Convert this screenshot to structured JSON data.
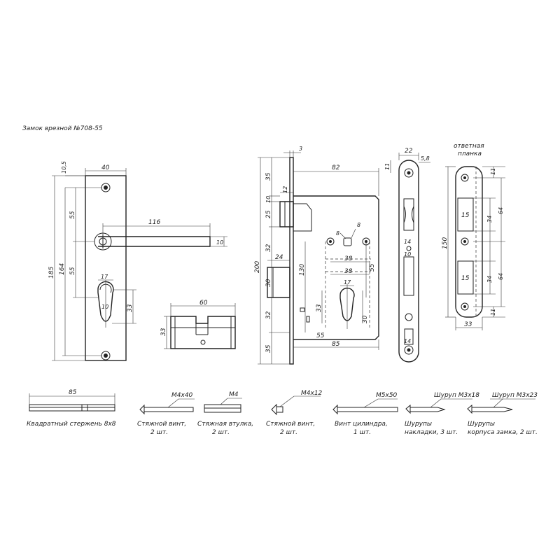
{
  "title": "Замок врезной №708-55",
  "strike_title": [
    "ответная",
    "планка"
  ],
  "dims": {
    "plate_thickness": "10,5",
    "plate_width": "40",
    "plate_height": "185",
    "plate_inner": "164",
    "plate_55_top": "55",
    "plate_55_bottom": "55",
    "handle_length": "116",
    "handle_thickness": "10",
    "cyl_hole_width": "17",
    "cyl_hole_10": "10",
    "cyl_hole_height": "33",
    "cyl_length": "60",
    "cyl_height": "33",
    "front_thickness": "3",
    "body_depth": "82",
    "body_height": "200",
    "body_inner_height": "130",
    "top_35": "35",
    "latch_10": "10",
    "latch_12": "12",
    "latch_25": "25",
    "gap_32_top": "32",
    "bolt_24": "24",
    "bolt_30": "30",
    "gap_32_bottom": "32",
    "bottom_35": "35",
    "spindle_8_left": "8",
    "spindle_8_right": "8",
    "dist_38_top": "38",
    "dist_38_bottom": "38",
    "dist_55_vertical": "55",
    "cyl_17": "17",
    "cyl_33": "33",
    "cyl_30": "30",
    "backset_55": "55",
    "depth_85": "85",
    "face_width": "22",
    "face_5_8": "5,8",
    "face_11": "11",
    "face_14_top": "14",
    "face_10": "10",
    "face_14_bottom": "14",
    "strike_150": "150",
    "strike_11_top": "11",
    "strike_15_top": "15",
    "strike_34_top": "34",
    "strike_64_top": "64",
    "strike_15_bottom": "15",
    "strike_34_bottom": "34",
    "strike_64_bottom": "64",
    "strike_11_bottom": "11",
    "strike_width": "33"
  },
  "parts": [
    {
      "spec": "85",
      "name": [
        "Квадратный стержень 8х8"
      ]
    },
    {
      "spec": "M4х40",
      "name": [
        "Стяжной винт,",
        "2 шт."
      ]
    },
    {
      "spec": "M4",
      "name": [
        "Стяжная втулка,",
        "2 шт."
      ]
    },
    {
      "spec": "M4х12",
      "name": [
        "Стяжной винт,",
        "2 шт."
      ]
    },
    {
      "spec": "M5х50",
      "name": [
        "Винт цилиндра,",
        "1 шт."
      ]
    },
    {
      "spec": "Шуруп М3х18",
      "name": [
        "Шурупы",
        "накладки, 3 шт."
      ]
    },
    {
      "spec": "Шуруп М3х23",
      "name": [
        "Шурупы",
        "корпуса замка, 2 шт."
      ]
    }
  ]
}
